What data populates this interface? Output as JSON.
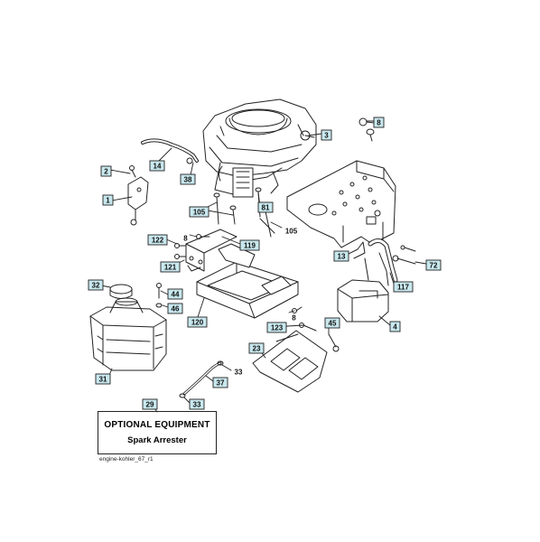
{
  "callouts": [
    {
      "id": "c3",
      "text": "3",
      "boxed": true
    },
    {
      "id": "c8a",
      "text": "8",
      "boxed": true
    },
    {
      "id": "c14",
      "text": "14",
      "boxed": true
    },
    {
      "id": "c2",
      "text": "2",
      "boxed": true
    },
    {
      "id": "c38",
      "text": "38",
      "boxed": true
    },
    {
      "id": "c1",
      "text": "1",
      "boxed": true
    },
    {
      "id": "c105a",
      "text": "105",
      "boxed": true
    },
    {
      "id": "c81",
      "text": "81",
      "boxed": true
    },
    {
      "id": "c105b",
      "text": "105",
      "boxed": false
    },
    {
      "id": "c8b",
      "text": "8",
      "boxed": false
    },
    {
      "id": "c122",
      "text": "122",
      "boxed": true
    },
    {
      "id": "c119",
      "text": "119",
      "boxed": true
    },
    {
      "id": "c13",
      "text": "13",
      "boxed": true
    },
    {
      "id": "c72",
      "text": "72",
      "boxed": true
    },
    {
      "id": "c121",
      "text": "121",
      "boxed": true
    },
    {
      "id": "c117",
      "text": "117",
      "boxed": true
    },
    {
      "id": "c32",
      "text": "32",
      "boxed": true
    },
    {
      "id": "c44",
      "text": "44",
      "boxed": true
    },
    {
      "id": "c46",
      "text": "46",
      "boxed": true
    },
    {
      "id": "c8c",
      "text": "8",
      "boxed": false
    },
    {
      "id": "c120",
      "text": "120",
      "boxed": true
    },
    {
      "id": "c123",
      "text": "123",
      "boxed": true
    },
    {
      "id": "c45",
      "text": "45",
      "boxed": true
    },
    {
      "id": "c4",
      "text": "4",
      "boxed": true
    },
    {
      "id": "c23",
      "text": "23",
      "boxed": true
    },
    {
      "id": "c33a",
      "text": "33",
      "boxed": false
    },
    {
      "id": "c31",
      "text": "31",
      "boxed": true
    },
    {
      "id": "c37",
      "text": "37",
      "boxed": true
    },
    {
      "id": "c33b",
      "text": "33",
      "boxed": true
    },
    {
      "id": "c29",
      "text": "29",
      "boxed": true
    }
  ],
  "optional_box": {
    "title": "OPTIONAL EQUIPMENT",
    "subtitle": "Spark Arrester"
  },
  "footer_text": "engine-kohler_67_r1",
  "colors": {
    "callout_fill": "#c8e8ee",
    "line": "#222222"
  }
}
